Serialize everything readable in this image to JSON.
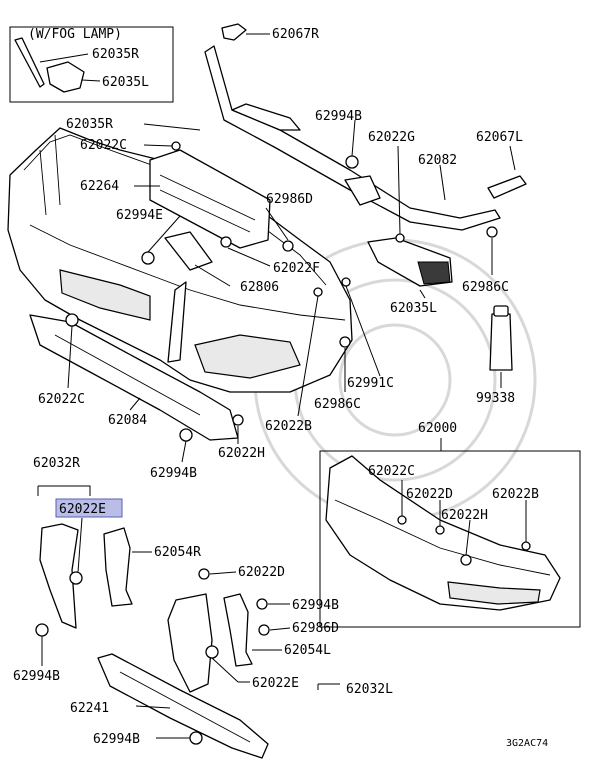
{
  "title": "",
  "inset_label": "(W/FOG LAMP)",
  "diagram_code": "3G2AC74",
  "highlight_color": "#b9bde8",
  "callouts": {
    "p62067R": "62067R",
    "p62035R_inset": "62035R",
    "p62035L_inset": "62035L",
    "p62994B_top": "62994B",
    "p62035R": "62035R",
    "p62022G": "62022G",
    "p62067L": "62067L",
    "p62022C_top": "62022C",
    "p62082": "62082",
    "p62264": "62264",
    "p62986D_top": "62986D",
    "p62994E": "62994E",
    "p62022F": "62022F",
    "p62986C_right": "62986C",
    "p62806": "62806",
    "p62035L": "62035L",
    "p62022C_left": "62022C",
    "p62991C": "62991C",
    "p99338": "99338",
    "p62986C_mid": "62986C",
    "p62084": "62084",
    "p62022B_mid": "62022B",
    "p62000": "62000",
    "p62994B_mid": "62994B",
    "p62022H_mid": "62022H",
    "p62032R": "62032R",
    "p62022E_hl": "62022E",
    "p62022C_box": "62022C",
    "p62022D_box": "62022D",
    "p62022B_box": "62022B",
    "p62022H_box": "62022H",
    "p62054R": "62054R",
    "p62022D_low": "62022D",
    "p62994B_low": "62994B",
    "p62986D_low": "62986D",
    "p62054L": "62054L",
    "p62994B_left": "62994B",
    "p62022E_low": "62022E",
    "p62032L": "62032L",
    "p62241": "62241",
    "p62994B_bottom": "62994B"
  }
}
